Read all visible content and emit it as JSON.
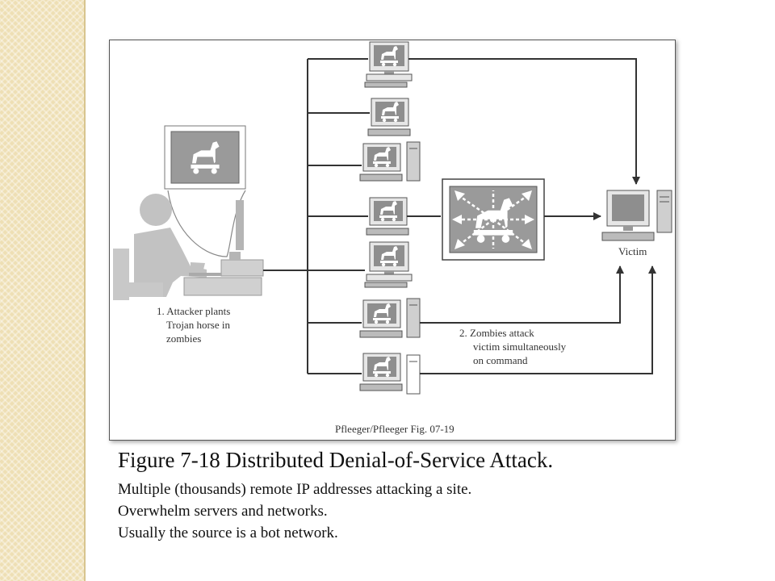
{
  "diagram": {
    "step1_lines": [
      "1.  Attacker plants",
      "Trojan horse in",
      "zombies"
    ],
    "step2_lines": [
      "2.  Zombies attack",
      "victim simultaneously",
      "on command"
    ],
    "victim_label": "Victim",
    "source_credit": "Pfleeger/Pfleeger Fig. 07-19"
  },
  "caption": {
    "title": "Figure 7-18  Distributed Denial-of-Service Attack.",
    "lines": [
      "Multiple (thousands) remote IP addresses attacking a site.",
      "Overwhelm servers and networks.",
      "Usually the source is a bot network."
    ]
  },
  "colors": {
    "side_strip": "#eedfb4",
    "diagram_gray": "#bdbdbd",
    "screen_gray": "#9a9a9a"
  }
}
